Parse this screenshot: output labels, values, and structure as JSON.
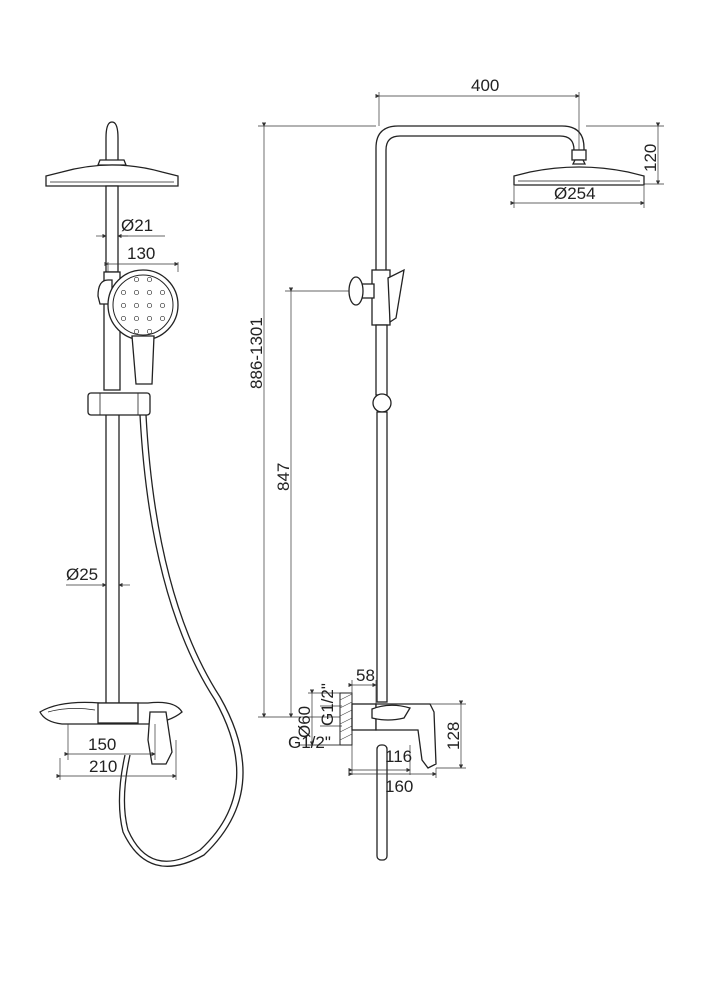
{
  "front_view": {
    "dims": {
      "pipe_top_diameter": "Ø21",
      "hand_shower_width": "130",
      "pipe_lower_diameter": "Ø25",
      "shelf_width_inner": "150",
      "shelf_width_outer": "210"
    }
  },
  "side_view": {
    "dims": {
      "arm_length": "400",
      "head_height": "120",
      "head_diameter": "Ø254",
      "total_height": "886-1301",
      "holder_height": "847",
      "mixer_offset": "58",
      "inlet_diameter": "Ø60",
      "thread_top": "G1/2\"",
      "thread_bottom": "G1/2\"",
      "mixer_height": "128",
      "mixer_depth_inner": "116",
      "mixer_depth_outer": "160"
    }
  }
}
